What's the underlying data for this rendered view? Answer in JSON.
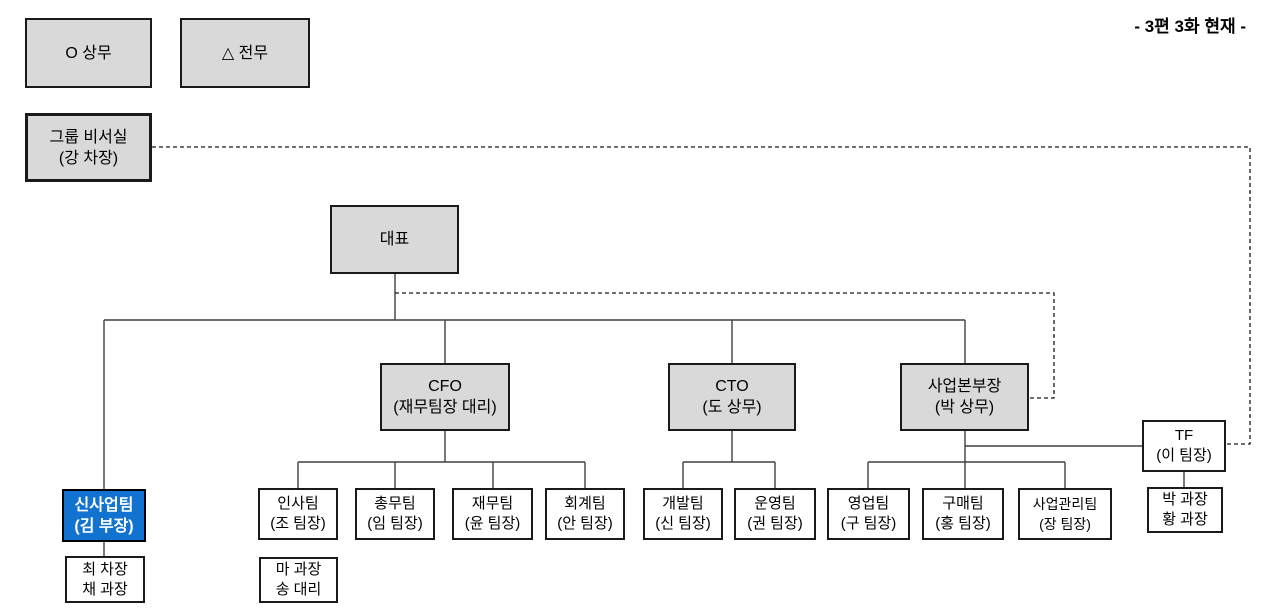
{
  "note": "- 3편 3화 현재 -",
  "legend": {
    "managing_director": "O 상무",
    "executive_director": "△ 전무"
  },
  "colors": {
    "box_gray": "#d9d9d9",
    "highlight_blue": "#1272d0",
    "border_black": "#1a1a1a",
    "line_gray": "#404040"
  },
  "nodes": {
    "secretary": {
      "line1": "그룹 비서실",
      "line2": "(강 차장)"
    },
    "ceo": {
      "line1": "대표"
    },
    "cfo": {
      "line1": "CFO",
      "line2": "(재무팀장 대리)"
    },
    "cto": {
      "line1": "CTO",
      "line2": "(도 상무)"
    },
    "bizhead": {
      "line1": "사업본부장",
      "line2": "(박 상무)"
    },
    "newbiz": {
      "line1": "신사업팀",
      "line2": "(김 부장)"
    },
    "newbiz_staff": {
      "line1": "최 차장",
      "line2": "채 과장"
    },
    "hr": {
      "line1": "인사팀",
      "line2": "(조 팀장)"
    },
    "hr_staff": {
      "line1": "마 과장",
      "line2": "송 대리"
    },
    "general": {
      "line1": "총무팀",
      "line2": "(임 팀장)"
    },
    "finance": {
      "line1": "재무팀",
      "line2": "(윤 팀장)"
    },
    "accounting": {
      "line1": "회계팀",
      "line2": "(안 팀장)"
    },
    "dev": {
      "line1": "개발팀",
      "line2": "(신 팀장)"
    },
    "ops": {
      "line1": "운영팀",
      "line2": "(권 팀장)"
    },
    "sales": {
      "line1": "영업팀",
      "line2": "(구 팀장)"
    },
    "purchasing": {
      "line1": "구매팀",
      "line2": "(홍 팀장)"
    },
    "bizmgmt": {
      "line1": "사업관리팀",
      "line2": "(장 팀장)"
    },
    "tf": {
      "line1": "TF",
      "line2": "(이 팀장)"
    },
    "tf_staff": {
      "line1": "박 과장",
      "line2": "황 과장"
    }
  }
}
